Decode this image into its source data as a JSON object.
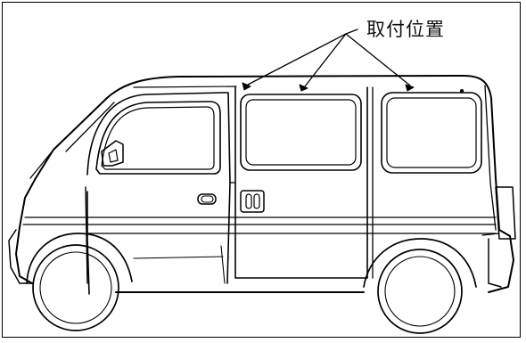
{
  "diagram": {
    "callout_label": "取付位置",
    "subject": "van-side-view",
    "mount_points_count": 3,
    "colors": {
      "line": "#000000",
      "background": "#ffffff"
    }
  }
}
